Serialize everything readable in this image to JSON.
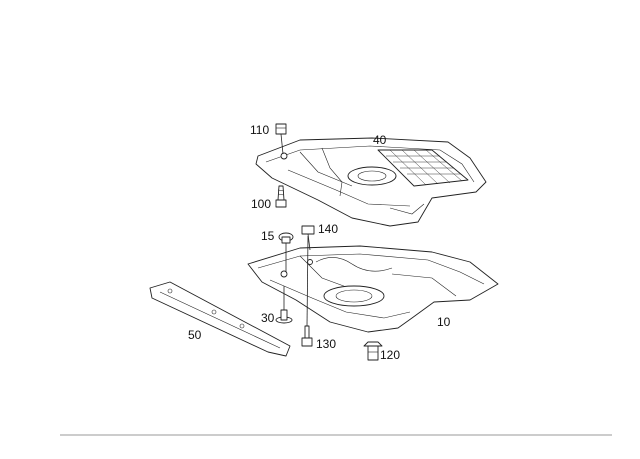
{
  "diagram": {
    "callouts": [
      {
        "id": "110",
        "label": "110"
      },
      {
        "id": "40",
        "label": "40"
      },
      {
        "id": "100",
        "label": "100"
      },
      {
        "id": "15",
        "label": "15"
      },
      {
        "id": "140",
        "label": "140"
      },
      {
        "id": "30",
        "label": "30"
      },
      {
        "id": "50",
        "label": "50"
      },
      {
        "id": "10",
        "label": "10"
      },
      {
        "id": "130",
        "label": "130"
      },
      {
        "id": "120",
        "label": "120"
      }
    ]
  },
  "colors": {
    "line": "#222222",
    "background": "#ffffff",
    "rule": "#999999"
  }
}
